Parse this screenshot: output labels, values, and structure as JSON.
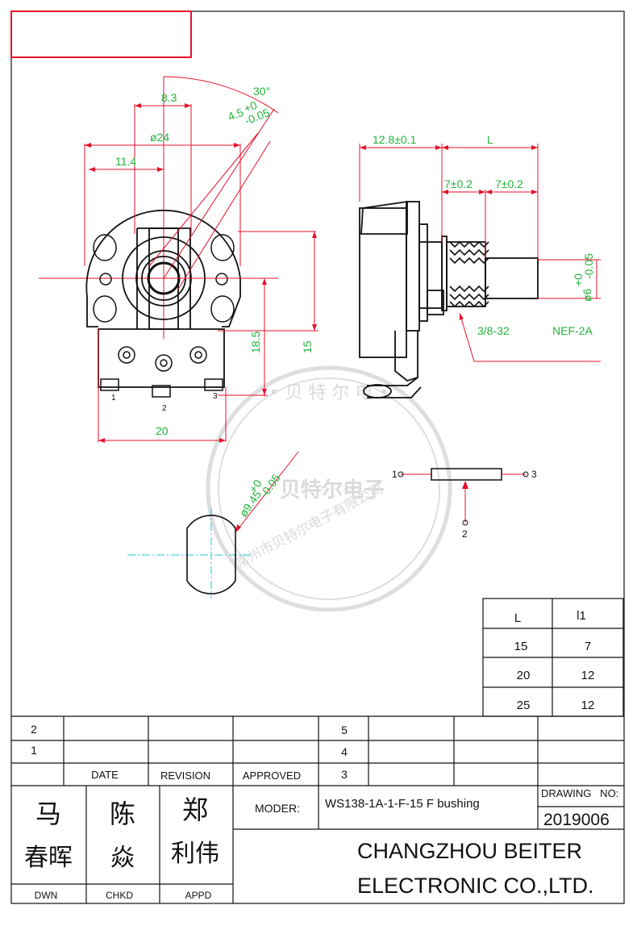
{
  "colors": {
    "outline": "#111111",
    "part": "#e8102a",
    "dimension": "#1fb235",
    "center": "#18c8e0",
    "watermark": "#bdbdbd"
  },
  "dimensions": {
    "angle": "30°",
    "d83": "8.3",
    "d45": "4.5",
    "d45_tol_top": "+0",
    "d45_tol_bot": "-0.05",
    "d24": "ø24",
    "d114": "11.4",
    "d185": "18.5",
    "d15": "15",
    "d20": "20",
    "side_128": "12.8±0.1",
    "side_L": "L",
    "side_7a": "7±0.2",
    "side_7b": "7±0.2",
    "side_6": "ø6",
    "side_6_tol_top": "+0",
    "side_6_tol_bot": "-0.05",
    "thread": "3/8-32",
    "nef": "NEF-2A",
    "d945": "ø9.45",
    "d945_tol_top": "+0",
    "d945_tol_bot": "-0.05"
  },
  "pins": {
    "p1": "1",
    "p2": "2",
    "p3": "3"
  },
  "schematic": {
    "p1": "1",
    "p2": "2",
    "p3": "3"
  },
  "watermark": {
    "outer": "• 贝 特 尔 电 •",
    "center": "贝特尔电子",
    "bottom": "常州市贝特尔电子有限公司"
  },
  "length_table": {
    "headers": [
      "L",
      "l1"
    ],
    "rows": [
      [
        "15",
        "7"
      ],
      [
        "20",
        "12"
      ],
      [
        "25",
        "12"
      ]
    ]
  },
  "title_block": {
    "rev_rows_left": [
      "2",
      "1"
    ],
    "rev_rows_right": [
      "5",
      "4",
      "3"
    ],
    "col_date": "DATE",
    "col_revision": "REVISION",
    "col_approved": "APPROVED",
    "sig_dwn_1": "马",
    "sig_dwn_2": "春晖",
    "sig_chkd_1": "陈",
    "sig_chkd_2": "焱",
    "sig_appd_1": "郑",
    "sig_appd_2": "利伟",
    "dwn": "DWN",
    "chkd": "CHKD",
    "appd": "APPD",
    "moder_label": "MODER:",
    "moder_value": "WS138-1A-1-F-15 F bushing",
    "drawing_no_label": "DRAWING   NO:",
    "drawing_no_value": "2019006",
    "company_line1": "CHANGZHOU BEITER",
    "company_line2": "ELECTRONIC CO.,LTD."
  }
}
